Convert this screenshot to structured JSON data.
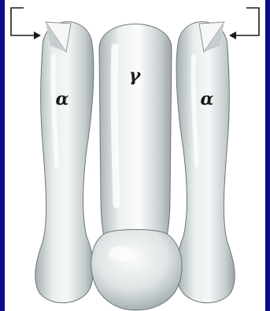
{
  "subunits": [
    {
      "key": "left",
      "symbol": "α"
    },
    {
      "key": "center",
      "symbol": "γ"
    },
    {
      "key": "right",
      "symbol": "α"
    }
  ],
  "colors": {
    "background_border": "#0b0c86",
    "subunit_fill_light": "#f3f5f5",
    "subunit_fill_mid": "#cfd6d7",
    "subunit_fill_dark": "#9ea9ab",
    "subunit_outline": "#5f6a6c",
    "pocket_fill": "#f7f7f7",
    "pocket_shadow": "#8c9496",
    "bracket": "#1a1a1a"
  },
  "icons": {
    "left_bracket": "bracket-arrow-right-icon",
    "right_bracket": "bracket-arrow-left-icon"
  }
}
